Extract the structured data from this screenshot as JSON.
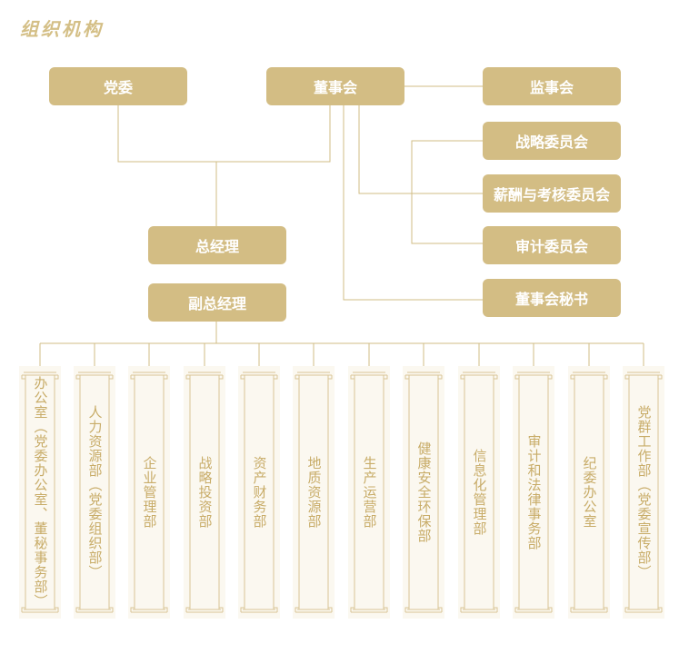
{
  "title": "组织机构",
  "colors": {
    "accent": "#d3bd84",
    "line": "#d1bc86",
    "dept_text": "#c8ac68"
  },
  "top": {
    "party_committee": "党委",
    "board": "董事会",
    "supervisory_board": "监事会"
  },
  "committees": [
    "战略委员会",
    "薪酬与考核委员会",
    "审计委员会",
    "董事会秘书"
  ],
  "management": {
    "general_manager": "总经理",
    "deputy_general_manager": "副总经理"
  },
  "departments": [
    "办公室（党委办公室、董秘事务部）",
    "人力资源部（党委组织部）",
    "企业管理部",
    "战略投资部",
    "资产财务部",
    "地质资源部",
    "生产运营部",
    "健康安全环保部",
    "信息化管理部",
    "审计和法律事务部",
    "纪委办公室",
    "党群工作部（党委宣传部）"
  ]
}
